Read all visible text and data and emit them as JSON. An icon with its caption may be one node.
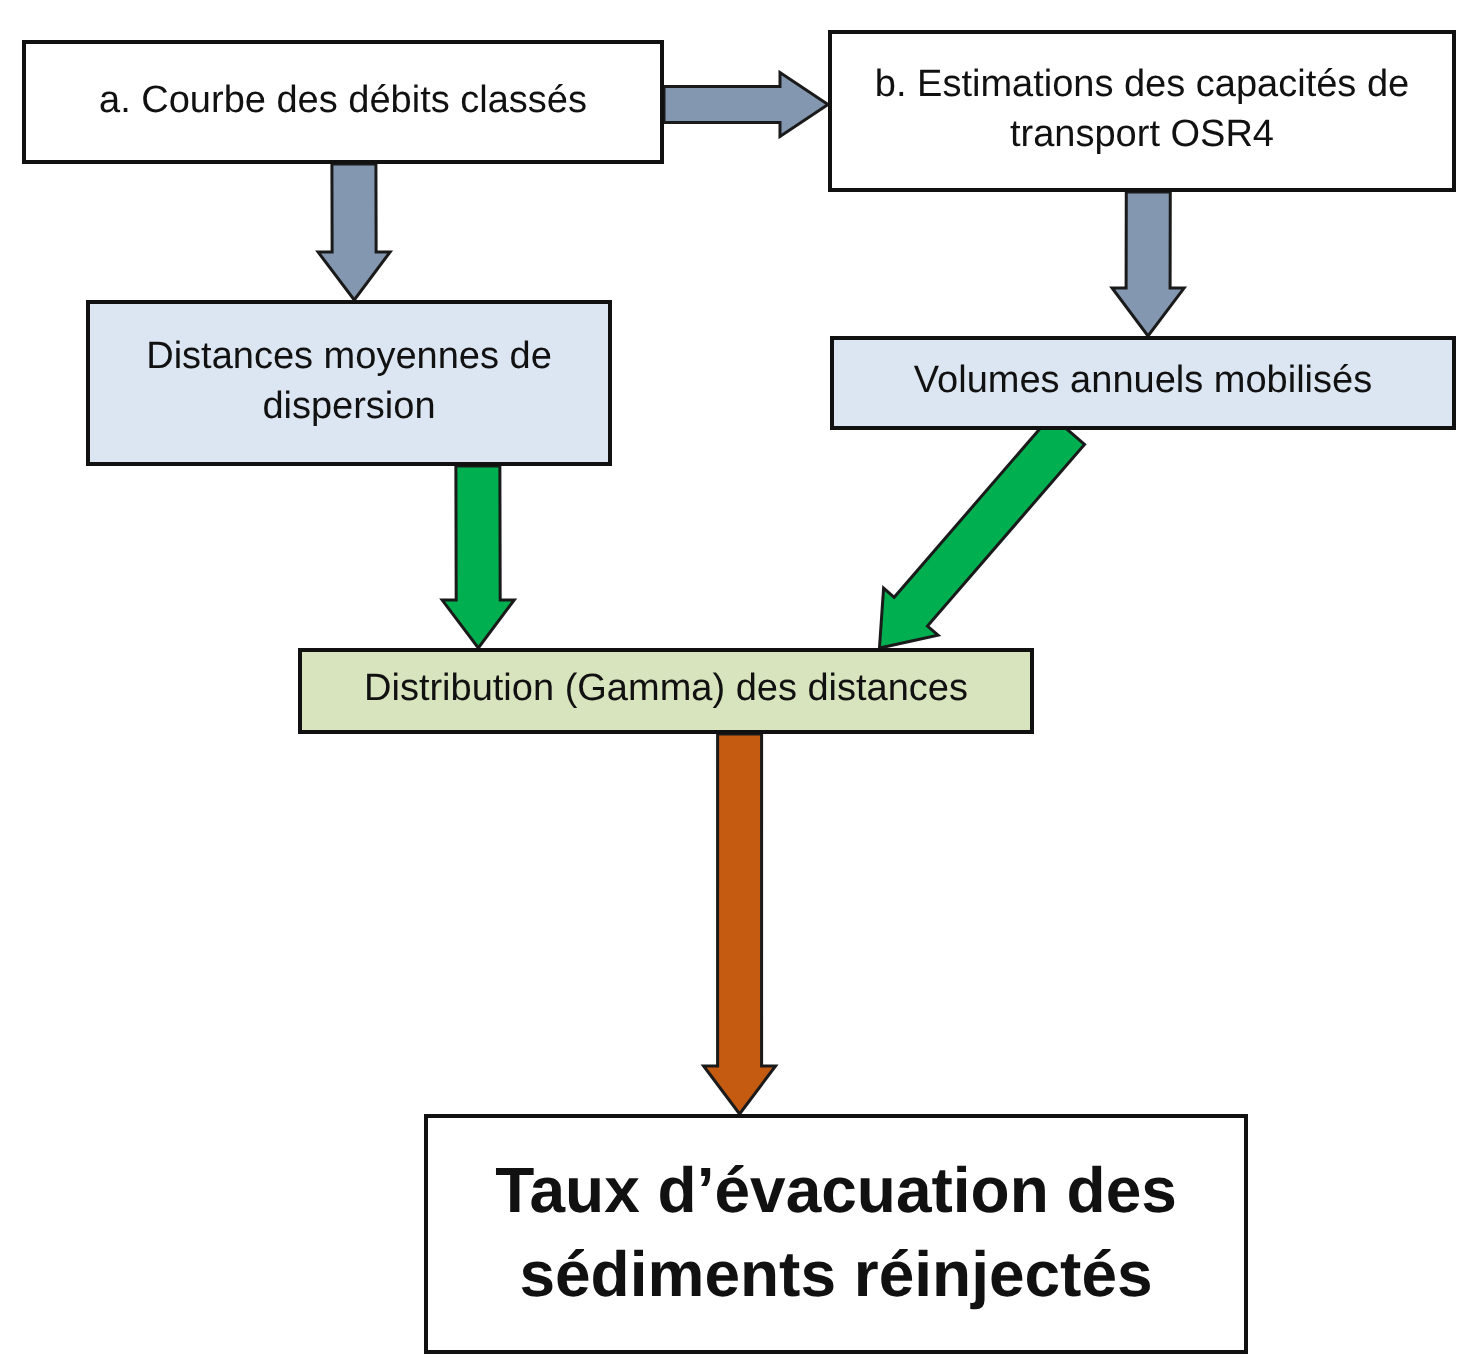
{
  "diagram": {
    "nodes": [
      {
        "text": [
          "a. Courbe des débits classés"
        ]
      },
      {
        "text": [
          "b. Estimations des capacités de transport OSR4"
        ]
      },
      {
        "text": [
          "Distances moyennes de dispersion"
        ]
      },
      {
        "text": [
          "Volumes annuels mobilisés"
        ]
      },
      {
        "text": [
          "Distribution (Gamma) des distances"
        ]
      },
      {
        "text": [
          "Taux d’évacuation des sédiments réinjectés"
        ]
      }
    ],
    "edges": [
      {
        "from": 0,
        "to": 1,
        "arrow": "to"
      },
      {
        "from": 0,
        "to": 2,
        "arrow": "to"
      },
      {
        "from": 1,
        "to": 3,
        "arrow": "to"
      },
      {
        "from": 2,
        "to": 4,
        "arrow": "to",
        "color": "#00b050"
      },
      {
        "from": 3,
        "to": 4,
        "arrow": "to",
        "color": "#00b050"
      },
      {
        "from": 4,
        "to": 5,
        "arrow": "to",
        "color": "#c55a11"
      }
    ]
  }
}
